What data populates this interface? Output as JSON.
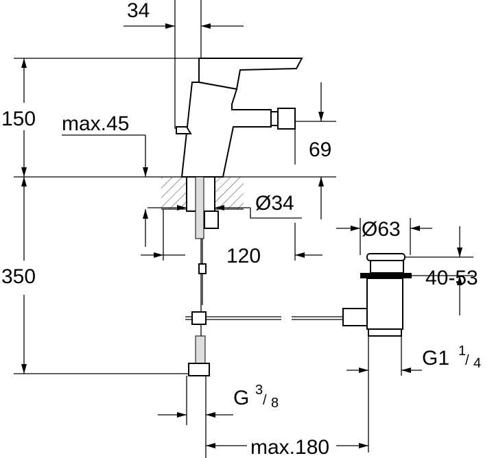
{
  "title": "Bidet mixer dimension drawing",
  "dimensions": {
    "spout_offset": "34",
    "height_top": "150",
    "max_deck": "max.45",
    "outlet_height": "69",
    "hole_diameter": "Ø34",
    "tail_length": "120",
    "hose_length": "350",
    "waste_diameter": "Ø63",
    "waste_range": "40-53",
    "waste_thread_main": "G1",
    "waste_thread_frac_num": "1",
    "waste_thread_frac_den": "4",
    "inlet_thread_main": "G",
    "inlet_thread_frac_num": "3",
    "inlet_thread_frac_den": "8",
    "max_rod": "max.180"
  }
}
